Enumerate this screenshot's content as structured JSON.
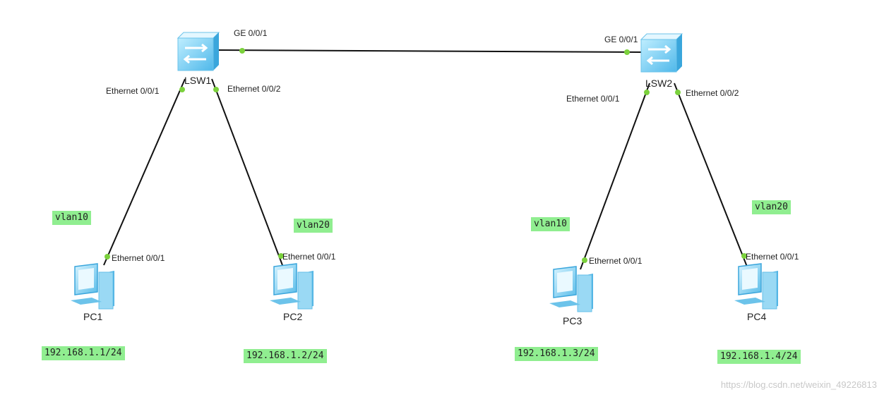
{
  "switches": {
    "lsw1": {
      "label": "LSW1"
    },
    "lsw2": {
      "label": "LSW2"
    }
  },
  "pcs": {
    "pc1": {
      "label": "PC1",
      "vlan": "vlan10",
      "ip": "192.168.1.1/24"
    },
    "pc2": {
      "label": "PC2",
      "vlan": "vlan20",
      "ip": "192.168.1.2/24"
    },
    "pc3": {
      "label": "PC3",
      "vlan": "vlan10",
      "ip": "192.168.1.3/24"
    },
    "pc4": {
      "label": "PC4",
      "vlan": "vlan20",
      "ip": "192.168.1.4/24"
    }
  },
  "ports": {
    "lsw1_trunk": "GE 0/0/1",
    "lsw2_trunk": "GE 0/0/1",
    "lsw1_p1": "Ethernet 0/0/1",
    "lsw1_p2": "Ethernet 0/0/2",
    "lsw2_p1": "Ethernet 0/0/1",
    "lsw2_p2": "Ethernet 0/0/2",
    "pc1_p": "Ethernet 0/0/1",
    "pc2_p": "Ethernet 0/0/1",
    "pc3_p": "Ethernet 0/0/1",
    "pc4_p": "Ethernet 0/0/1"
  },
  "watermark": "https://blog.csdn.net/weixin_49226813",
  "colors": {
    "link": "#111111",
    "port_dot": "#7bd13c",
    "tag_bg": "#90ee90"
  }
}
